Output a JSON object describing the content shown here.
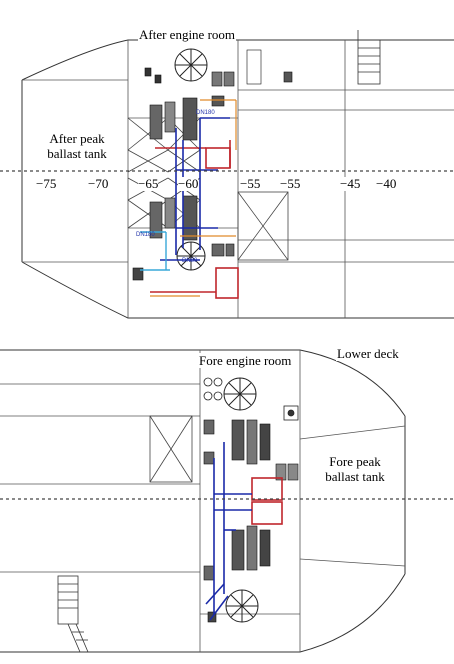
{
  "top_panel": {
    "room_label": "After engine room",
    "tank_label_line1": "After peak",
    "tank_label_line2": "ballast tank",
    "pipe_labels": [
      "DN180",
      "DN180",
      "DN80"
    ],
    "frame_ticks": [
      "−75",
      "−70",
      "−65",
      "−60",
      "−55",
      "−55",
      "−45",
      "−40"
    ]
  },
  "bottom_panel": {
    "room_label": "Fore engine room",
    "deck_label": "Lower deck",
    "tank_label_line1": "Fore peak",
    "tank_label_line2": "ballast tank"
  },
  "colors": {
    "hull_line": "#333333",
    "pipe_blue": "#1a2aa8",
    "pipe_red": "#c0262c",
    "pipe_orange": "#e08a2a",
    "pipe_cyan": "#38a8d8",
    "machinery": "#222222",
    "centerline": "#444444"
  }
}
